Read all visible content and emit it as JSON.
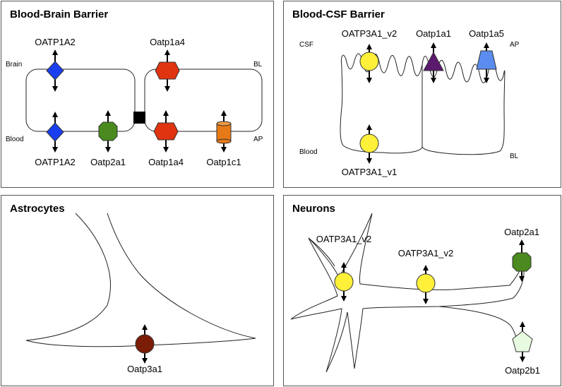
{
  "panels": {
    "bbb": {
      "title": "Blood-Brain Barrier",
      "side_labels": {
        "brain": "Brain",
        "blood": "Blood",
        "bl": "BL",
        "ap": "AP"
      },
      "transporters": {
        "oatp1a2_top": "OATP1A2",
        "oatp1a4_top": "Oatp1a4",
        "oatp1a2_bottom": "OATP1A2",
        "oatp2a1": "Oatp2a1",
        "oatp1a4_bottom": "Oatp1a4",
        "oatp1c1": "Oatp1c1"
      }
    },
    "bcsf": {
      "title": "Blood-CSF Barrier",
      "side_labels": {
        "csf": "CSF",
        "ap": "AP",
        "blood": "Blood",
        "bl": "BL"
      },
      "transporters": {
        "oatp3a1_v2": "OATP3A1_v2",
        "oatp1a1": "Oatp1a1",
        "oatp1a5": "Oatp1a5",
        "oatp3a1_v1": "OATP3A1_v1"
      }
    },
    "astro": {
      "title": "Astrocytes",
      "transporters": {
        "oatp3a1": "Oatp3a1"
      }
    },
    "neurons": {
      "title": "Neurons",
      "transporters": {
        "oatp3a1_v2_soma": "OATP3A1_v2",
        "oatp3a1_v2_process": "OATP3A1_v2",
        "oatp2a1": "Oatp2a1",
        "oatp2b1": "Oatp2b1"
      }
    }
  },
  "colors": {
    "oatp1a2": "#1a3ff0",
    "oatp1a4": "#e0330f",
    "oatp2a1": "#4a8a1e",
    "oatp1c1": "#e77a16",
    "oatp3a1_v": "#fff03a",
    "oatp1a1": "#5c1a6e",
    "oatp1a5": "#5b8cf0",
    "oatp3a1": "#7a1c06",
    "oatp2b1": "#e6fbe0"
  }
}
